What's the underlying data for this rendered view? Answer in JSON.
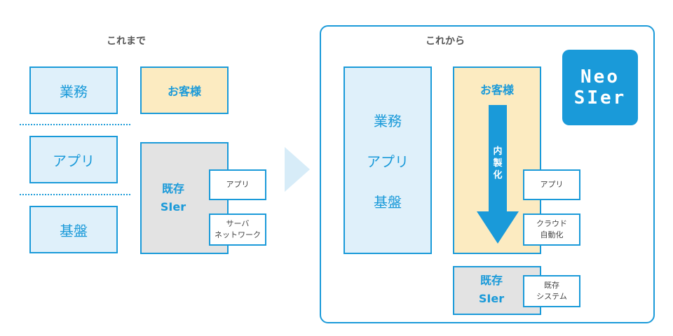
{
  "before": {
    "title": "これまで",
    "gyomu": "業務",
    "appli": "アプリ",
    "kiban": "基盤",
    "customer": "お客様",
    "existing_line1": "既存",
    "existing_line2": "SIer",
    "tag_app": "アプリ",
    "tag_server_line1": "サーバ",
    "tag_server_line2": "ネットワーク"
  },
  "after": {
    "title": "これから",
    "stack": [
      "業務",
      "アプリ",
      "基盤"
    ],
    "customer": "お客様",
    "arrow_text": [
      "内",
      "製",
      "化"
    ],
    "tag_app": "アプリ",
    "tag_cloud_line1": "クラウド",
    "tag_cloud_line2": "自動化",
    "existing_line1": "既存",
    "existing_line2": "SIer",
    "tag_system_line1": "既存",
    "tag_system_line2": "システム",
    "logo_line1": "Neo",
    "logo_line2": "SIer"
  },
  "colors": {
    "accent": "#1a9ad9",
    "light_blue": "#dff0fa",
    "yellow": "#fcebc1",
    "gray": "#e3e3e3",
    "chevron": "#d7ecf8"
  }
}
